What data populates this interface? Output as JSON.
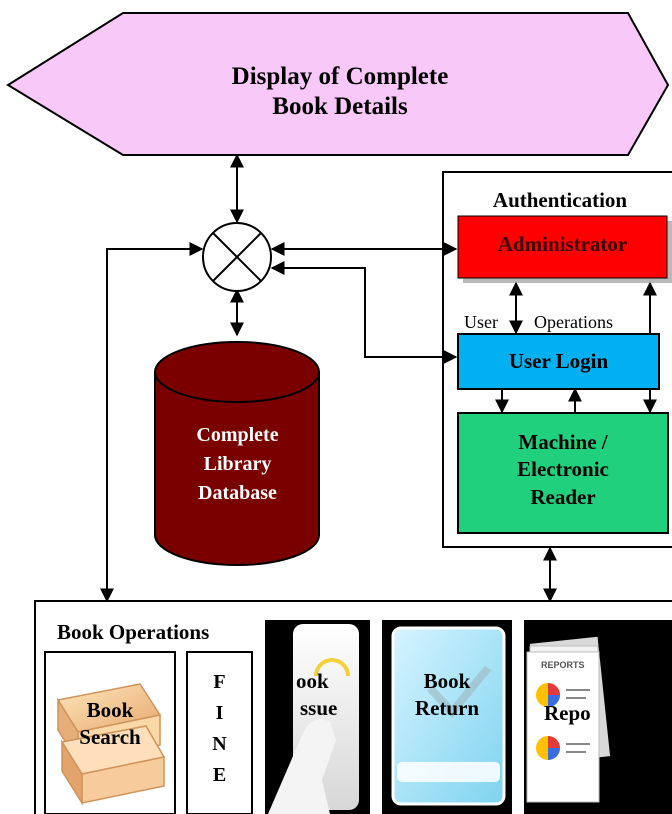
{
  "display": {
    "line1": "Display of Complete",
    "line2": "Book Details"
  },
  "database": {
    "line1": "Complete",
    "line2": "Library",
    "line3": "Database"
  },
  "auth": {
    "title": "Authentication",
    "admin": "Administrator",
    "user_label_left": "User",
    "user_label_right": "Operations",
    "user_login": "User Login",
    "reader": {
      "line1": "Machine /",
      "line2": "Electronic",
      "line3": "Reader"
    }
  },
  "ops": {
    "title": "Book Operations",
    "search": {
      "line1": "Book",
      "line2": "Search"
    },
    "fine": [
      "F",
      "I",
      "N",
      "E"
    ],
    "issue": {
      "line1": "ook",
      "line2": "ssue"
    },
    "return": {
      "line1": "Book",
      "line2": "Return"
    },
    "report": "Repo",
    "report_doc_title": "REPORTS"
  },
  "colors": {
    "display_fill": "#f8c8f8",
    "database_fill": "#7a0000",
    "admin_fill": "#ff0000",
    "user_login_fill": "#00b0f0",
    "reader_fill": "#21d07c"
  }
}
